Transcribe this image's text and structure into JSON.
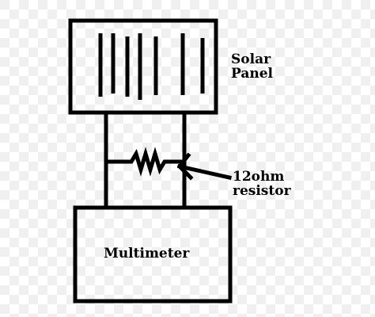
{
  "diagram": {
    "solar_panel_label": [
      "Solar",
      "Panel"
    ],
    "resistor_label": [
      "12ohm",
      "resistor"
    ],
    "multimeter_label": "Multimeter"
  },
  "colors": {
    "stroke": "#000000",
    "background": "#ffffff",
    "checker_light": "#ffffff",
    "checker_dark": "#ebebeb"
  }
}
